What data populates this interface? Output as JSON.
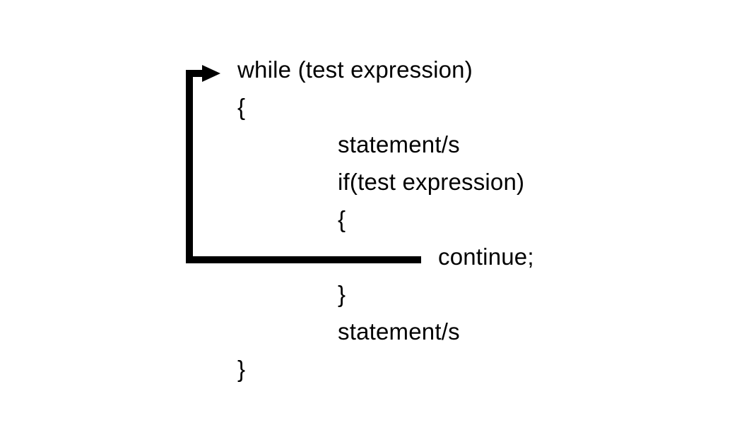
{
  "code": {
    "while_line": "while (test expression)",
    "open_brace": "{",
    "statement_1": "statement/s",
    "if_line": "if(test expression)",
    "if_open_brace": "{",
    "continue_line": "continue;",
    "if_close_brace": "}",
    "statement_2": "statement/s",
    "close_brace": "}"
  },
  "colors": {
    "text": "#000000",
    "arrow": "#000000",
    "background": "#ffffff"
  }
}
